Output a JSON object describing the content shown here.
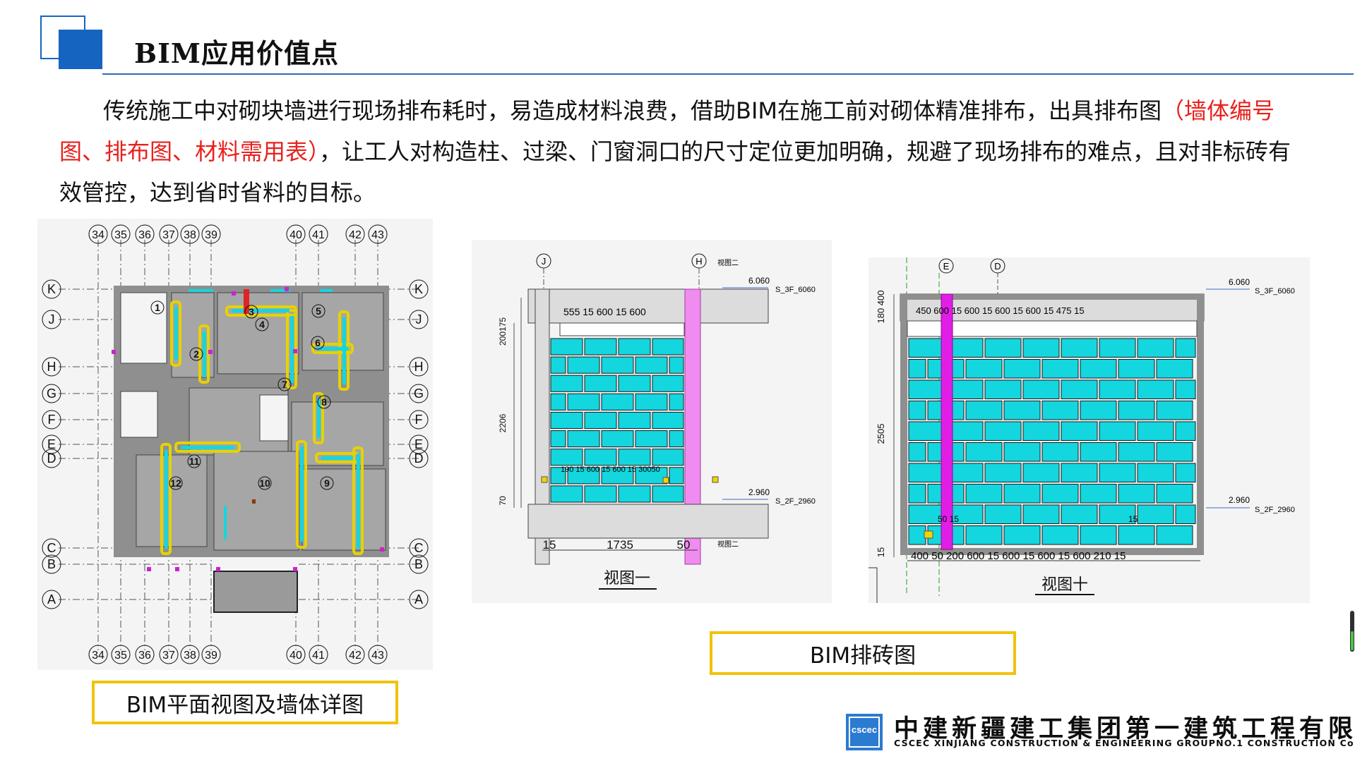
{
  "slide": {
    "title": "BIM应用价值点",
    "paragraph": {
      "part1": "传统施工中对砌块墙进行现场排布耗时，易造成材料浪费，借助BIM在施工前对砌体精准排布，出具排布图",
      "part_red": "（墙体编号图、排布图、材料需用表）",
      "part2": "，让工人对构造柱、过梁、门窗洞口的尺寸定位更加明确，规避了现场排布的难点，且对非标砖有效管控，达到省时省料的目标。"
    }
  },
  "figures": {
    "plan": {
      "caption": "BIM平面视图及墙体详图",
      "axis_numbers": [
        "34",
        "35",
        "36",
        "37",
        "38",
        "39",
        "40",
        "41",
        "42",
        "43"
      ],
      "axis_letters": [
        "K",
        "J",
        "H",
        "G",
        "F",
        "E",
        "D",
        "C",
        "B",
        "A"
      ],
      "room_numbers": [
        "1",
        "2",
        "3",
        "4",
        "5",
        "6",
        "7",
        "8",
        "9",
        "10",
        "11",
        "12"
      ]
    },
    "elevation_one": {
      "label": "视图一",
      "grid_left": "J",
      "grid_right": "H",
      "grid_right_note": "视图二",
      "bottom_note": "视图二",
      "top_level": "6.060",
      "top_level_tag": "S_3F_6060",
      "bottom_level": "2.960",
      "bottom_level_tag": "S_2F_2960",
      "top_dims": "555 15 600 15 600",
      "row_dims": "190 15 600 15 600 15 30050",
      "left_dims": [
        "200175",
        "2206",
        "70"
      ],
      "bottom_dims": [
        "15",
        "1735",
        "50"
      ]
    },
    "elevation_ten": {
      "label": "视图十",
      "grid_left": "E",
      "grid_right": "D",
      "top_level": "6.060",
      "top_level_tag": "S_3F_6060",
      "bottom_level": "2.960",
      "bottom_level_tag": "S_2F_2960",
      "top_dims": "450 600 15 600 15 600 15 600 15 475 15",
      "left_dims": [
        "180 400",
        "2505",
        "15"
      ],
      "bottom_small": "50 15",
      "bottom_small_right": "15",
      "bottom_dims": "400 50 200 600 15 600 15 600 15 600 210 15"
    },
    "brick_caption": "BIM排砖图"
  },
  "footer": {
    "company_cn": "中建新疆建工集团第一建筑工程有限公司",
    "company_en": "CSCEC XINJIANG CONSTRUCTION & ENGINEERING GROUPNO.1 CONSTRUCTION Co.,LTD",
    "logo_text": "cscec"
  },
  "colors": {
    "accent_blue": "#1565c0",
    "title_rule": "#2a6db5",
    "highlight_red": "#e8211d",
    "caption_border": "#f2c20c",
    "brick_cyan": "#14d6df",
    "column_magenta": "#e01ee6"
  }
}
